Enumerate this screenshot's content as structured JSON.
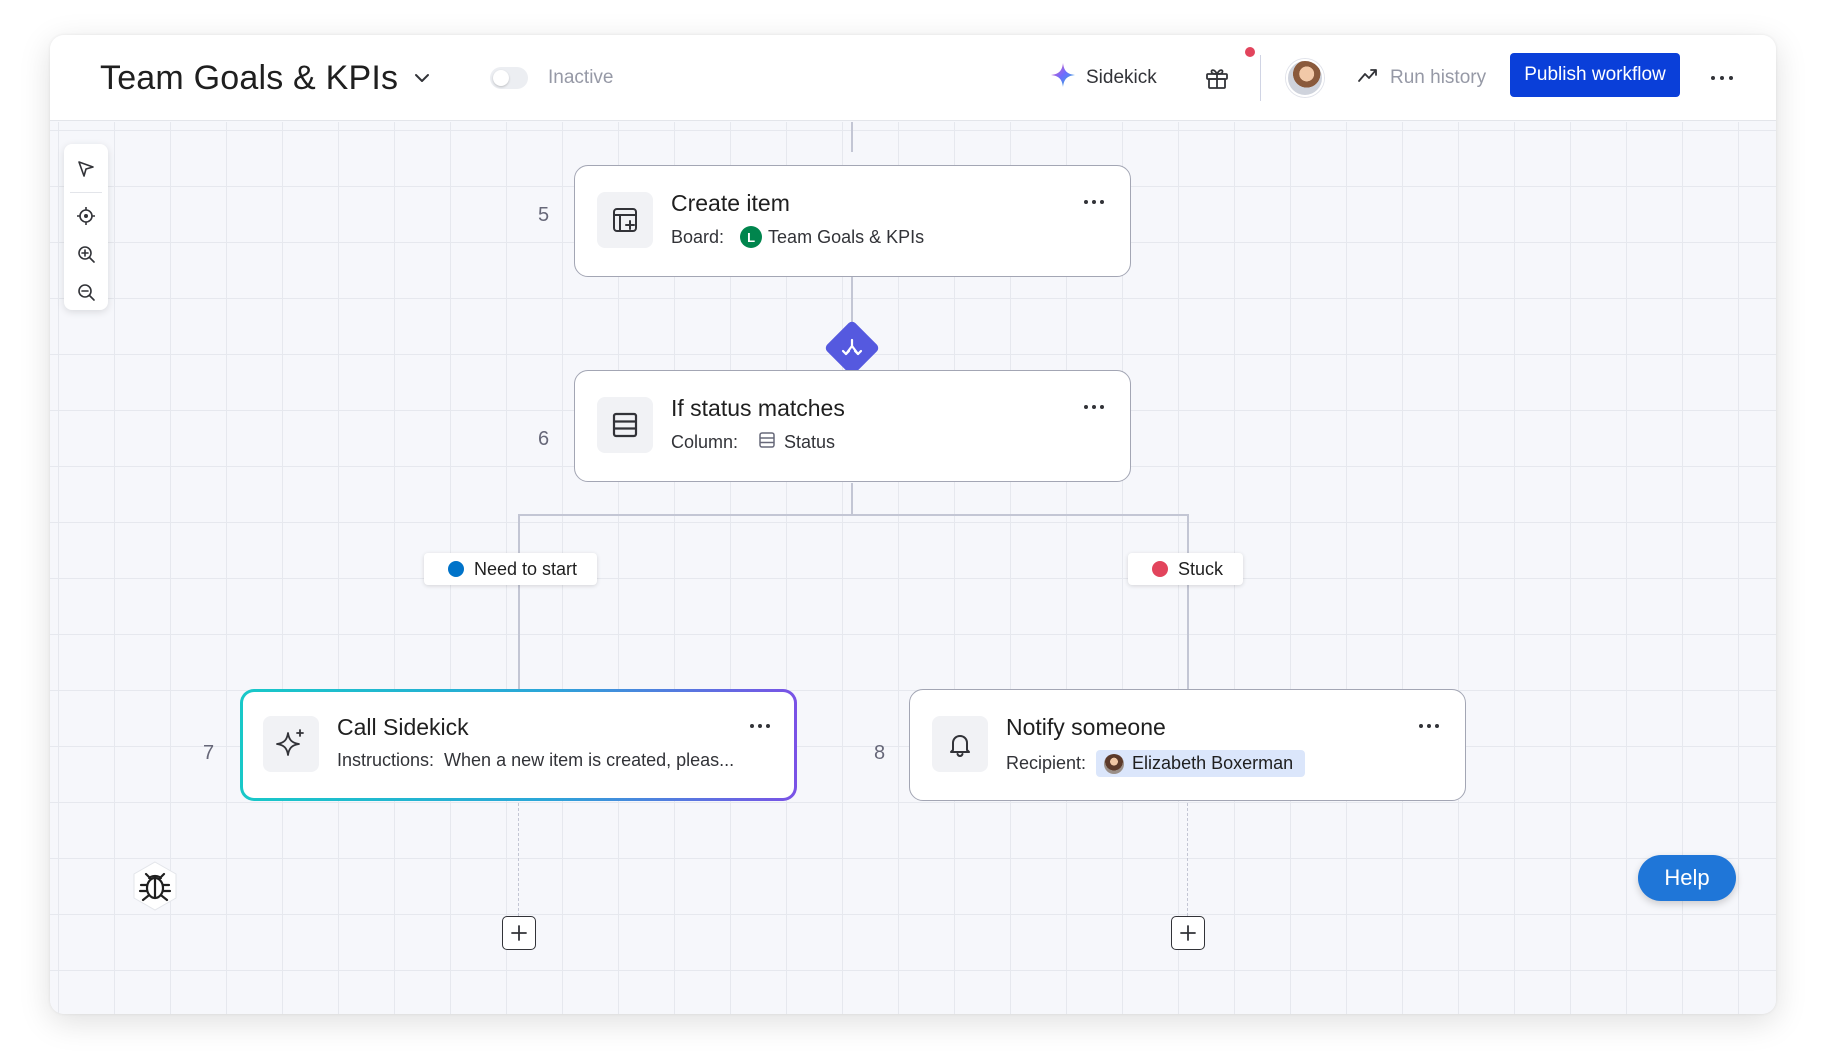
{
  "header": {
    "title": "Team Goals & KPIs",
    "status_label": "Inactive",
    "sidekick_label": "Sidekick",
    "run_history_label": "Run history",
    "publish_label": "Publish workflow"
  },
  "canvas_tools": [
    "pointer-icon",
    "recenter-icon",
    "zoom-in-icon",
    "zoom-out-icon"
  ],
  "steps": {
    "create_item": {
      "number": "5",
      "title": "Create item",
      "field_label": "Board:",
      "board_badge": "L",
      "board_name": "Team Goals & KPIs"
    },
    "condition": {
      "number": "6",
      "title": "If status matches",
      "field_label": "Column:",
      "column_name": "Status"
    },
    "call_sidekick": {
      "number": "7",
      "title": "Call Sidekick",
      "field_label": "Instructions:",
      "instructions": "When a new item is created, pleas..."
    },
    "notify": {
      "number": "8",
      "title": "Notify someone",
      "field_label": "Recipient:",
      "recipient": "Elizabeth Boxerman"
    }
  },
  "branches": {
    "left": {
      "label": "Need to start",
      "color": "#0073c9"
    },
    "right": {
      "label": "Stuck",
      "color": "#e2445c"
    }
  },
  "help_label": "Help",
  "colors": {
    "publish_button": "#0a3fd9",
    "condition_diamond": "#5559df",
    "help_button": "#1f76d8",
    "board_badge": "#00854d"
  }
}
